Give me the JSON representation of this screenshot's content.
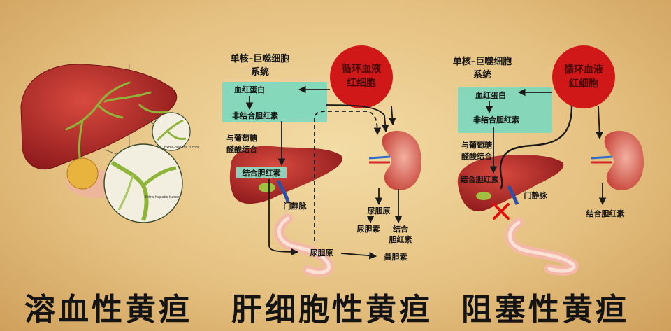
{
  "hemolytic": {
    "title": "溶血性黄疸",
    "inset_upper": "Extra-hepatic tumor",
    "inset_lower": "Extra-hepatic tumor"
  },
  "hepatocellular": {
    "title": "肝细胞性黄疸",
    "mps_line1": "单核–巨噬细胞",
    "mps_line2": "系统",
    "rbc_line1": "循环血液",
    "rbc_line2": "红细胞",
    "hemoglobin": "血红蛋白",
    "unconjugated": "非结合胆红素",
    "glucuronide_line1": "与葡萄糖",
    "glucuronide_line2": "醛酸结合",
    "conjugated": "结合胆红素",
    "portal_vein": "门静脉",
    "urobilinogen_kidney": "尿胆原",
    "urobilin": "尿胆素",
    "conjugated_urine_line1": "结合",
    "conjugated_urine_line2": "胆红素",
    "urobilinogen_intestine": "尿胆原",
    "stercobilin": "粪胆素"
  },
  "obstructive": {
    "title": "阻塞性黄疸",
    "mps_line1": "单核–巨噬细胞",
    "mps_line2": "系统",
    "rbc_line1": "循环血液",
    "rbc_line2": "红细胞",
    "hemoglobin": "血红蛋白",
    "unconjugated": "非结合胆红素",
    "glucuronide_line1": "与葡萄糖",
    "glucuronide_line2": "醛酸结合",
    "conjugated": "结合胆红素",
    "portal_vein": "门静脉",
    "conjugated_urine": "结合胆红素"
  },
  "colors": {
    "background": "#e6c282",
    "liver": "#bf2a2a",
    "rbc_circle": "#d01818",
    "system_box": "#78d8c0",
    "kidney": "#d96a60",
    "intestine": "#f4b8a8",
    "block_mark": "#e01010"
  }
}
